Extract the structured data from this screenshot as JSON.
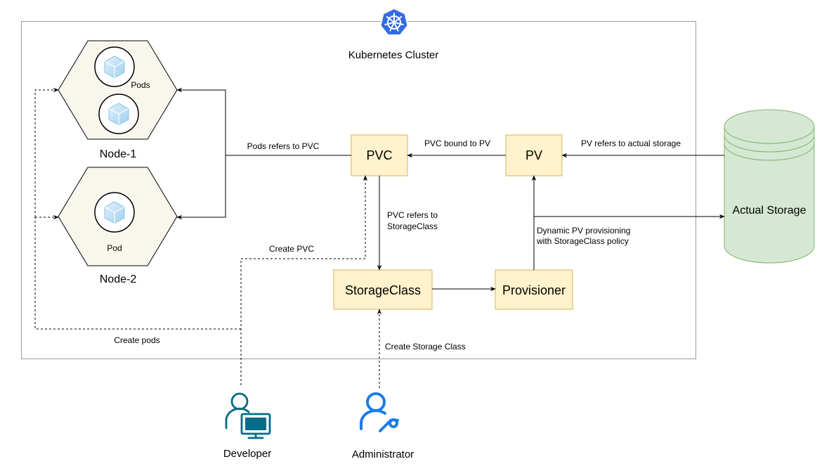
{
  "cluster": {
    "title": "Kubernetes Cluster"
  },
  "nodes": [
    {
      "label": "Node-1",
      "pods_label": "Pods"
    },
    {
      "label": "Node-2",
      "pods_label": "Pod"
    }
  ],
  "components": {
    "pvc": "PVC",
    "pv": "PV",
    "storageclass": "StorageClass",
    "provisioner": "Provisioner",
    "storage": "Actual Storage"
  },
  "edges": {
    "pods_refers_pvc": "Pods refers to PVC",
    "pvc_bound_pv": "PVC bound to PV",
    "pv_refers_storage": "PV refers to actual storage",
    "pvc_refers_sc_1": "PVC refers to",
    "pvc_refers_sc_2": "StorageClass",
    "dynamic_1": "Dynamic PV provisioning",
    "dynamic_2": "with StorageClass policy",
    "create_pvc": "Create PVC",
    "create_pods": "Create pods",
    "create_sc": "Create Storage Class"
  },
  "actors": {
    "developer": "Developer",
    "administrator": "Administrator"
  },
  "colors": {
    "component_fill": "#fff2cc",
    "component_stroke": "#d6b656",
    "node_fill": "#f9f7ed",
    "storage_fill": "#d5e8d4",
    "storage_stroke": "#82b366",
    "k8s_blue": "#326ce5",
    "developer_teal": "#036c89",
    "admin_blue": "#1e7be8"
  }
}
